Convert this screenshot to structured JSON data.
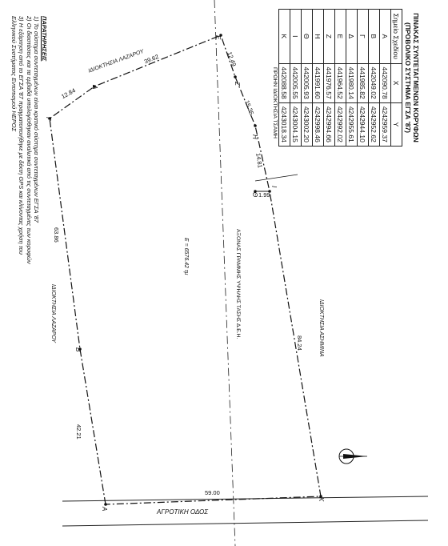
{
  "coordinates_table": {
    "title_line1": "ΠΙΝΑΚΑΣ ΣΥΝΤΕΤΑΓΜΕΝΩΝ ΚΟΡΥΦΩΝ",
    "title_line2": "(ΠΡΟΒΟΛΙΚΟ ΣΥΣΤΗΜΑ ΕΓΣΑ '87)",
    "headers": [
      "Σημείο Σχεδίου",
      "X",
      "Y"
    ],
    "rows": [
      [
        "Α",
        "442090.78",
        "4242959.37"
      ],
      [
        "Β",
        "442049.02",
        "4242952.62"
      ],
      [
        "Γ",
        "441985.82",
        "4242944.10"
      ],
      [
        "Δ",
        "441980.14",
        "4242955.61"
      ],
      [
        "Ε",
        "441964.52",
        "4242992.02"
      ],
      [
        "Ζ",
        "441976.57",
        "4242994.66"
      ],
      [
        "Η",
        "441991.60",
        "4242998.46"
      ],
      [
        "Θ",
        "442005.93",
        "4243002.20"
      ],
      [
        "Ι",
        "442005.55",
        "4243004.15"
      ],
      [
        "Κ",
        "442088.58",
        "4243018.34"
      ]
    ]
  },
  "notes": {
    "title": "ΠΑΡΑΤΗΡΗΣΕΙΣ",
    "lines": [
      "1) Το σύστημα συντεταγμένων είναι κρατικό σύστημα συντεταγμένων ΕΓΣΑ '87",
      "2) Οι διαστάσεις και τα εμβαδά υπολογίσθηκαν αναλυτικά από τις συντεταγμένες των κορυφών",
      "3) Η εξάρτηση από το ΕΓΣΑ '87 πραγματοποιήθηκε με δέκτη GPS και κλίνοντας χρήση του",
      "Ελληνικού Συστήματος Εντοπισμού ΗΕΡΟΣ"
    ]
  },
  "owners": {
    "top": "ΙΔΙΟΚΤΗΣΙΑ ΛΑΖΑΡΟΥ",
    "left": "ΙΔΙΟΚΤΗΣΙΑ ΛΑΖΑΡΟΥ",
    "former": "ΠΡΩΗΝ ΙΔΙΟΚΤΗΣΙΑ ΤΣΑΜΗ",
    "right": "ΙΔΙΟΚΤΗΣΙΑ ΑΣΗΜΙΝΑ"
  },
  "road_label": "ΑΓΡΟΤΙΚΗ ΟΔΟΣ",
  "power_line_label": "ΑΞΟΝΑΣ ΓΡΑΜΜΗΣ ΥΨΗΛΗΣ ΤΑΣΗΣ Δ.Ε.Η.",
  "area_label": "Ε = 6576.42 τμ",
  "points": [
    "Α",
    "Β",
    "Γ",
    "Δ",
    "Ε",
    "Ζ",
    "Η",
    "Θ",
    "Ι",
    "Κ"
  ],
  "distances": {
    "a_b": "42.21",
    "b_g": "63.86",
    "g_d": "12.84",
    "d_e": "39.62",
    "e_z": "12.49",
    "z_h": "15.35",
    "h_th": "14.81",
    "th_i": "1.99",
    "i_k": "84.24",
    "k_a": "59.00"
  },
  "north_icon": "north-arrow-icon"
}
